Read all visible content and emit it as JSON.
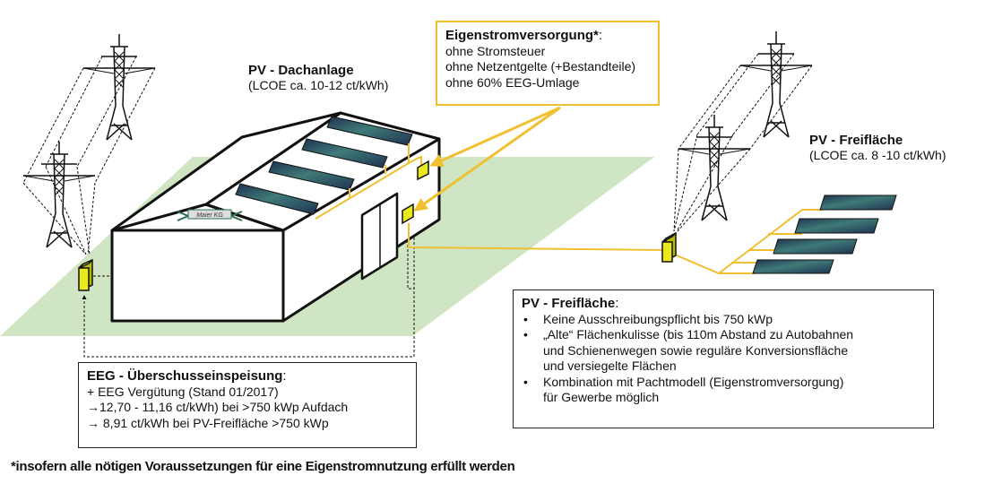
{
  "colors": {
    "ground": "#cfe5c3",
    "accent_yellow": "#f0c030",
    "box_yellow": "#e8ea1e",
    "panel_dark": "#1f3350",
    "panel_light": "#3f7a78",
    "line": "#111111"
  },
  "labels": {
    "rooftop": {
      "title": "PV - Dachanlage",
      "subtitle": "(LCOE ca. 10-12 ct/kWh)"
    },
    "ground_mounted": {
      "title": "PV - Freifläche",
      "subtitle": "(LCOE ca. 8 -10 ct/kWh)"
    },
    "company_sign": "Maier KG"
  },
  "self_supply_box": {
    "title": "Eigenstromversorgung*",
    "title_suffix": ":",
    "lines": [
      "ohne Stromsteuer",
      "ohne Netzentgelte (+Bestandteile)",
      "ohne 60% EEG-Umlage"
    ]
  },
  "ground_mounted_box": {
    "title": "PV - Freifläche",
    "title_suffix": ":",
    "bullets": [
      {
        "lines": [
          "Keine Ausschreibungspflicht  bis 750 kWp"
        ]
      },
      {
        "lines": [
          "„Alte“ Flächenkulisse (bis 110m Abstand zu Autobahnen",
          "und Schienenwegen  sowie reguläre Konversionsfläche",
          "und versiegelte Flächen"
        ]
      },
      {
        "lines": [
          "Kombination mit Pachtmodell (Eigenstromversorgung)",
          "für Gewerbe möglich"
        ]
      }
    ]
  },
  "feed_in_box": {
    "title": "EEG - Überschusseinspeisung",
    "title_suffix": ":",
    "lines": [
      "+ EEG Vergütung  (Stand 01/2017)",
      "→12,70 -  11,16 ct/kWh) bei >750 kWp Aufdach",
      "→ 8,91 ct/kWh bei PV-Freifläche >750 kWp"
    ]
  },
  "footnote": "*insofern alle nötigen Voraussetzungen für eine Eigenstromnutzung erfüllt werden",
  "icons": [
    "power-pylon-icon",
    "meter-box-icon",
    "solar-panel-icon",
    "factory-building-icon"
  ]
}
